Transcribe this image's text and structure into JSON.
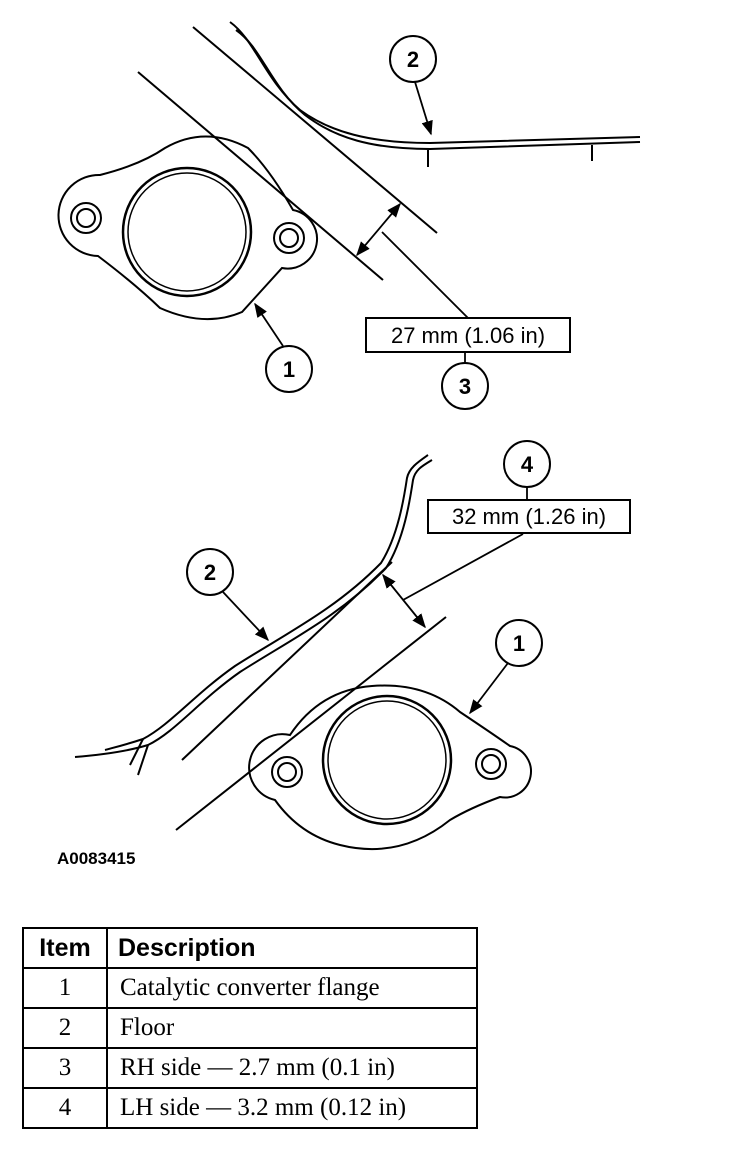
{
  "figure_id": "A0083415",
  "top_view": {
    "callouts": [
      "2",
      "1",
      "3"
    ],
    "measurement": "27 mm (1.06 in)"
  },
  "bottom_view": {
    "callouts": [
      "4",
      "2",
      "1"
    ],
    "measurement": "32 mm (1.26 in)"
  },
  "legend": {
    "headers": {
      "item": "Item",
      "description": "Description"
    },
    "rows": [
      {
        "item": "1",
        "description": "Catalytic converter flange"
      },
      {
        "item": "2",
        "description": "Floor"
      },
      {
        "item": "3",
        "description": "RH side — 2.7 mm (0.1 in)"
      },
      {
        "item": "4",
        "description": "LH side — 3.2 mm (0.12 in)"
      }
    ]
  }
}
